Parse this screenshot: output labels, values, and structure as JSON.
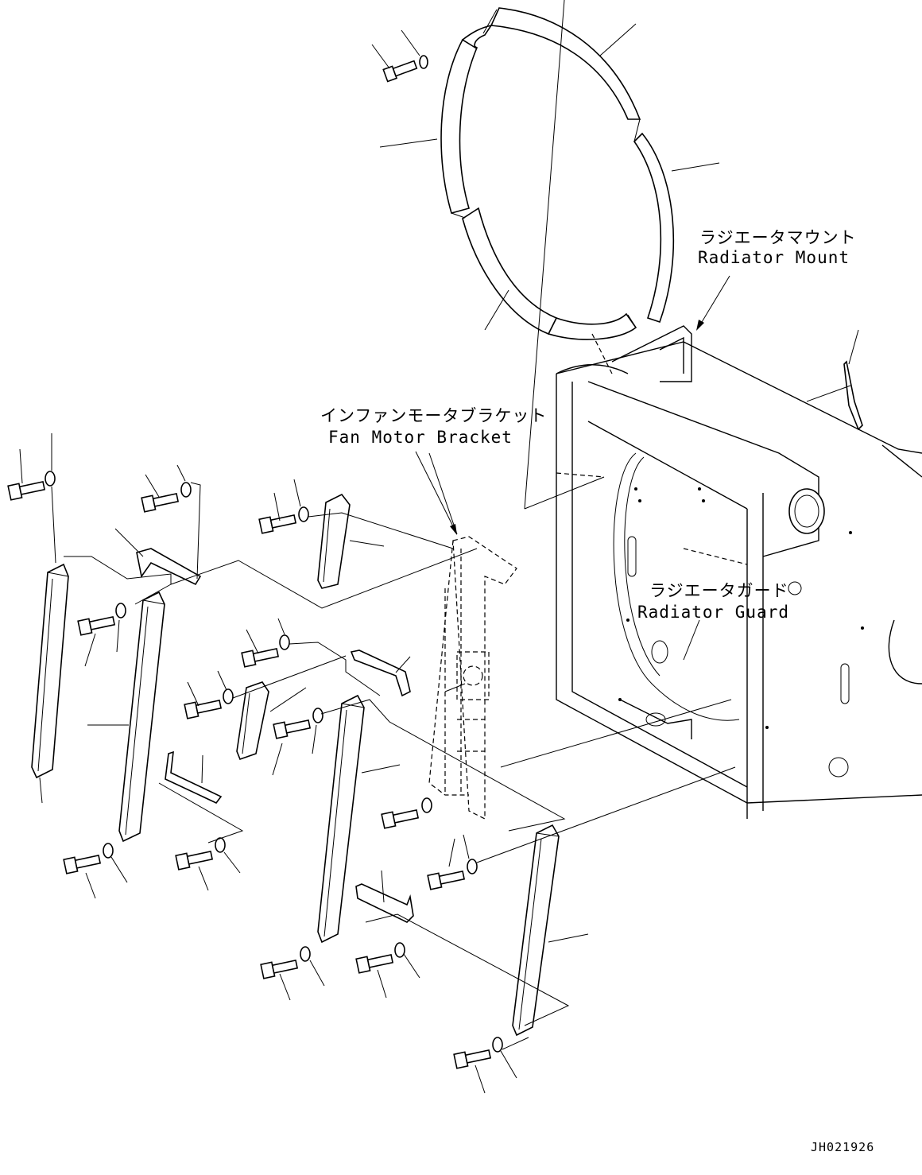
{
  "labels": {
    "radiator_mount_jp": "ラジエータマウント",
    "radiator_mount_en": "Radiator Mount",
    "fan_motor_bracket_jp": "インファンモータブラケット",
    "fan_motor_bracket_en": "Fan Motor Bracket",
    "radiator_guard_jp": "ラジエータガード",
    "radiator_guard_en": "Radiator Guard"
  },
  "drawing_number": "JH021926"
}
